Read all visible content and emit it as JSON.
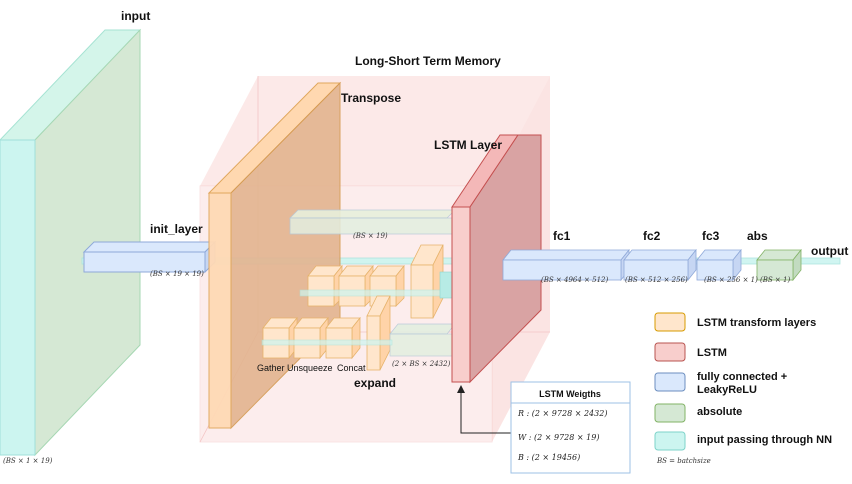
{
  "labels": {
    "input": "input",
    "memory_title": "Long-Short Term Memory",
    "transpose": "Transpose",
    "lstm_layer": "LSTM Layer",
    "init_layer": "init_layer",
    "fc1": "fc1",
    "fc2": "fc2",
    "fc3": "fc3",
    "abs": "abs",
    "output": "output",
    "expand": "expand",
    "gather": "Gather",
    "unsqueeze": "Unsqueeze",
    "concat": "Concat"
  },
  "dims": {
    "input": "(BS × 1 × 19)",
    "init": "(BS × 19 × 19)",
    "bypass": "(BS × 19)",
    "expand": "(2 × BS × 2432)",
    "fc1": "(BS × 4964 × 512)",
    "fc2": "(BS × 512 × 256)",
    "fc3": "(BS × 256 × 1)",
    "abs": "(BS × 1)"
  },
  "weights": {
    "title": "LSTM Weigths",
    "lines": [
      "R : (2 × 9728 × 2432)",
      "W : (2 × 9728 × 19)",
      "B : (2 × 19456)"
    ]
  },
  "legend": {
    "items": [
      {
        "label": "LSTM transform layers",
        "color": "#ffe6cc"
      },
      {
        "label": "LSTM",
        "color": "#f8cecc"
      },
      {
        "label": "fully connected + LeakyReLU",
        "color": "#dae8fc"
      },
      {
        "label": "absolute",
        "color": "#d5e8d4"
      },
      {
        "label": "input passing through NN",
        "color": "#ccf5f0"
      }
    ],
    "note": "BS = batchsize"
  }
}
